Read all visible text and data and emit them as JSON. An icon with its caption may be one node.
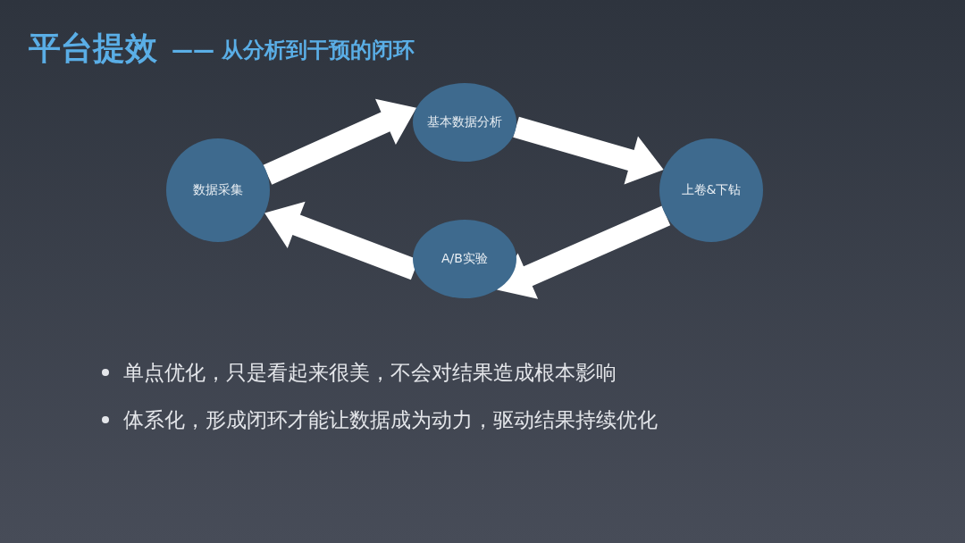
{
  "diagram": {
    "title": "平台提效",
    "nodes": [
      {
        "text": [
          "数据采集"
        ]
      },
      {
        "text": [
          "基本数据分析"
        ]
      },
      {
        "text": [
          "上卷&下钻"
        ]
      },
      {
        "text": [
          "A/B实验"
        ]
      }
    ],
    "edges": [
      {
        "from": 0,
        "to": 1,
        "arrow": "to"
      },
      {
        "from": 1,
        "to": 2,
        "arrow": "to"
      },
      {
        "from": 2,
        "to": 3,
        "arrow": "to"
      },
      {
        "from": 3,
        "to": 0,
        "arrow": "to"
      }
    ],
    "labels": [
      "—— 从分析到干预的闭环",
      "单点优化，只是看起来很美，不会对结果造成根本影响",
      "体系化，形成闭环才能让数据成为动力，驱动结果持续优化"
    ]
  }
}
